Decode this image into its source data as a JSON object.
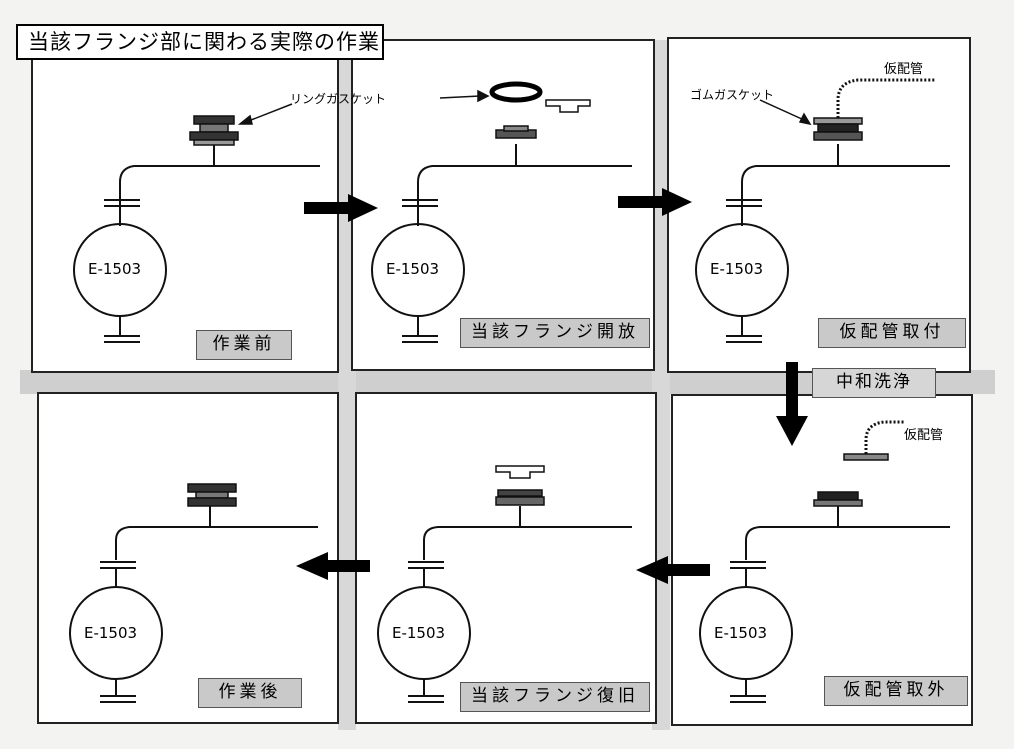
{
  "title": "当該フランジ部に関わる実際の作業",
  "annotations": {
    "ring_gasket": "リングガスケット",
    "rubber_gasket": "ゴムガスケット",
    "temp_piping": "仮配管"
  },
  "neutral_wash": "中和洗浄",
  "panels": [
    {
      "vessel": "E-1503",
      "label": "作業前"
    },
    {
      "vessel": "E-1503",
      "label": "当該フランジ開放"
    },
    {
      "vessel": "E-1503",
      "label": "仮配管取付"
    },
    {
      "vessel": "E-1503",
      "label": "作業後"
    },
    {
      "vessel": "E-1503",
      "label": "当該フランジ復旧"
    },
    {
      "vessel": "E-1503",
      "label": "仮配管取外"
    }
  ]
}
